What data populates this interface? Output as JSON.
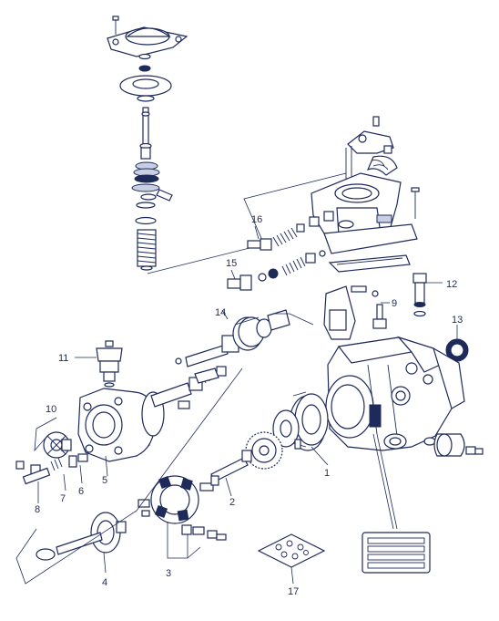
{
  "diagram": {
    "background": "#ffffff",
    "ink": "#1e2a5a",
    "callouts": [
      {
        "id": "1",
        "label": "1"
      },
      {
        "id": "2",
        "label": "2"
      },
      {
        "id": "3",
        "label": "3"
      },
      {
        "id": "4",
        "label": "4"
      },
      {
        "id": "5",
        "label": "5"
      },
      {
        "id": "6",
        "label": "6"
      },
      {
        "id": "7",
        "label": "7"
      },
      {
        "id": "8",
        "label": "8"
      },
      {
        "id": "9",
        "label": "9"
      },
      {
        "id": "10",
        "label": "10"
      },
      {
        "id": "11",
        "label": "11"
      },
      {
        "id": "12",
        "label": "12"
      },
      {
        "id": "13",
        "label": "13"
      },
      {
        "id": "14",
        "label": "14"
      },
      {
        "id": "15",
        "label": "15"
      },
      {
        "id": "16",
        "label": "16"
      },
      {
        "id": "17",
        "label": "17"
      }
    ]
  }
}
